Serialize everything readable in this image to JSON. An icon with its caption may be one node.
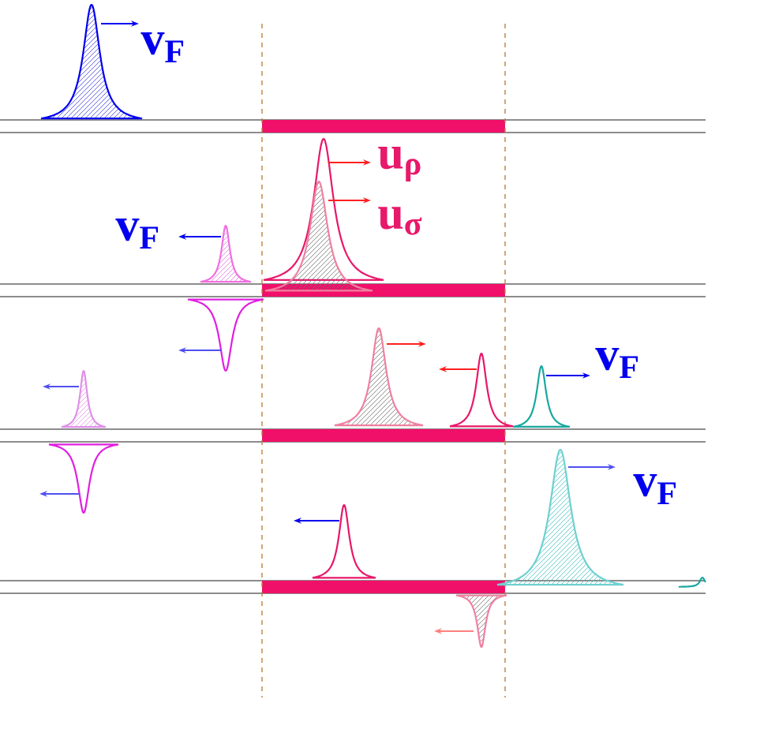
{
  "diagram": {
    "labels": [
      "v$_{F}$",
      "u$_{ρ}$",
      "u$_{σ}$",
      "v$_{F}$",
      "v$_{F}$",
      "v$_{F}$"
    ]
  }
}
